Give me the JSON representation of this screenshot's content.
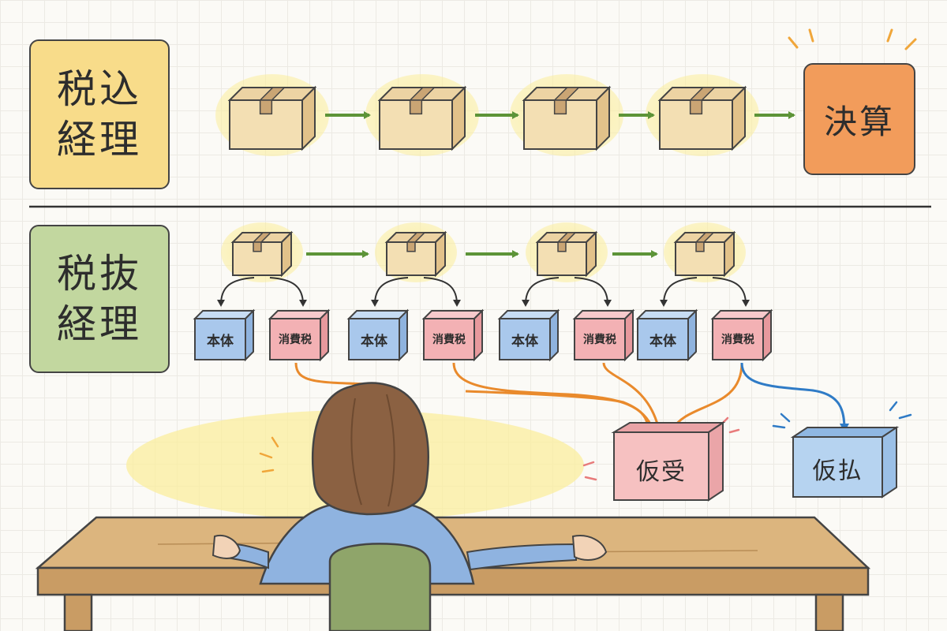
{
  "tax_included": {
    "label_line1": "税込",
    "label_line2": "経理",
    "destination": "決算"
  },
  "tax_excluded": {
    "label_line1": "税抜",
    "label_line2": "経理",
    "split_labels": {
      "principal": "本体",
      "consumption_tax": "消費税"
    }
  },
  "bins": {
    "received": "仮受",
    "paid": "仮払"
  },
  "colors": {
    "incl_label": "#f8dc8a",
    "excl_label": "#c2d79f",
    "kessan": "#f29c5b",
    "arrow_green": "#5d9438",
    "arrow_orange": "#e98a2c",
    "arrow_blue": "#2f7bc6",
    "principal_box": "#a9c8ec",
    "tax_box": "#f3b1b4",
    "bin_received": "#f6c1c1",
    "bin_paid": "#b6d3f0"
  }
}
